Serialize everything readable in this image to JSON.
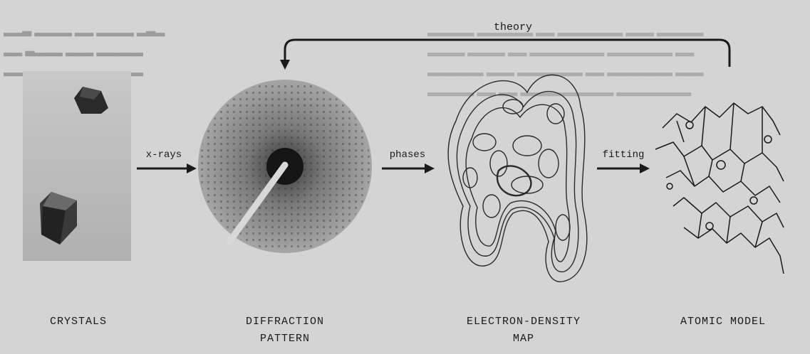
{
  "labels": {
    "crystals": "CRYSTALS",
    "diffraction_line1": "DIFFRACTION",
    "diffraction_line2": "PATTERN",
    "density_line1": "ELECTRON-DENSITY",
    "density_line2": "MAP",
    "atomic_model": "ATOMIC MODEL"
  },
  "arrows": {
    "xrays": "x-rays",
    "phases": "phases",
    "fitting": "fitting",
    "theory": "theory"
  },
  "colors": {
    "background": "#d4d4d4",
    "ink": "#1a1a1a",
    "crystal_panel": "#bcbcbc",
    "diffraction_disc": "#8a8a8a"
  }
}
